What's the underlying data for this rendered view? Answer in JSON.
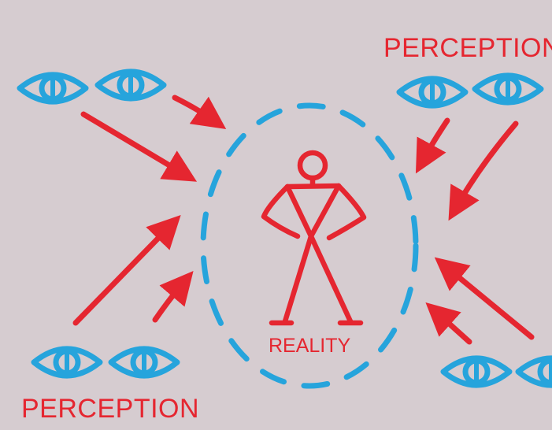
{
  "labels": {
    "perception_top_right": "PERCEPTION",
    "perception_bottom_left": "PERCEPTION",
    "reality": "REALITY"
  },
  "colors": {
    "background": "#d6ccd0",
    "eye": "#26a4dc",
    "arrow": "#e52630",
    "figure": "#e52630",
    "boundary": "#26a4dc"
  },
  "icons": [
    "eye-icon",
    "stick-figure",
    "arrow"
  ]
}
